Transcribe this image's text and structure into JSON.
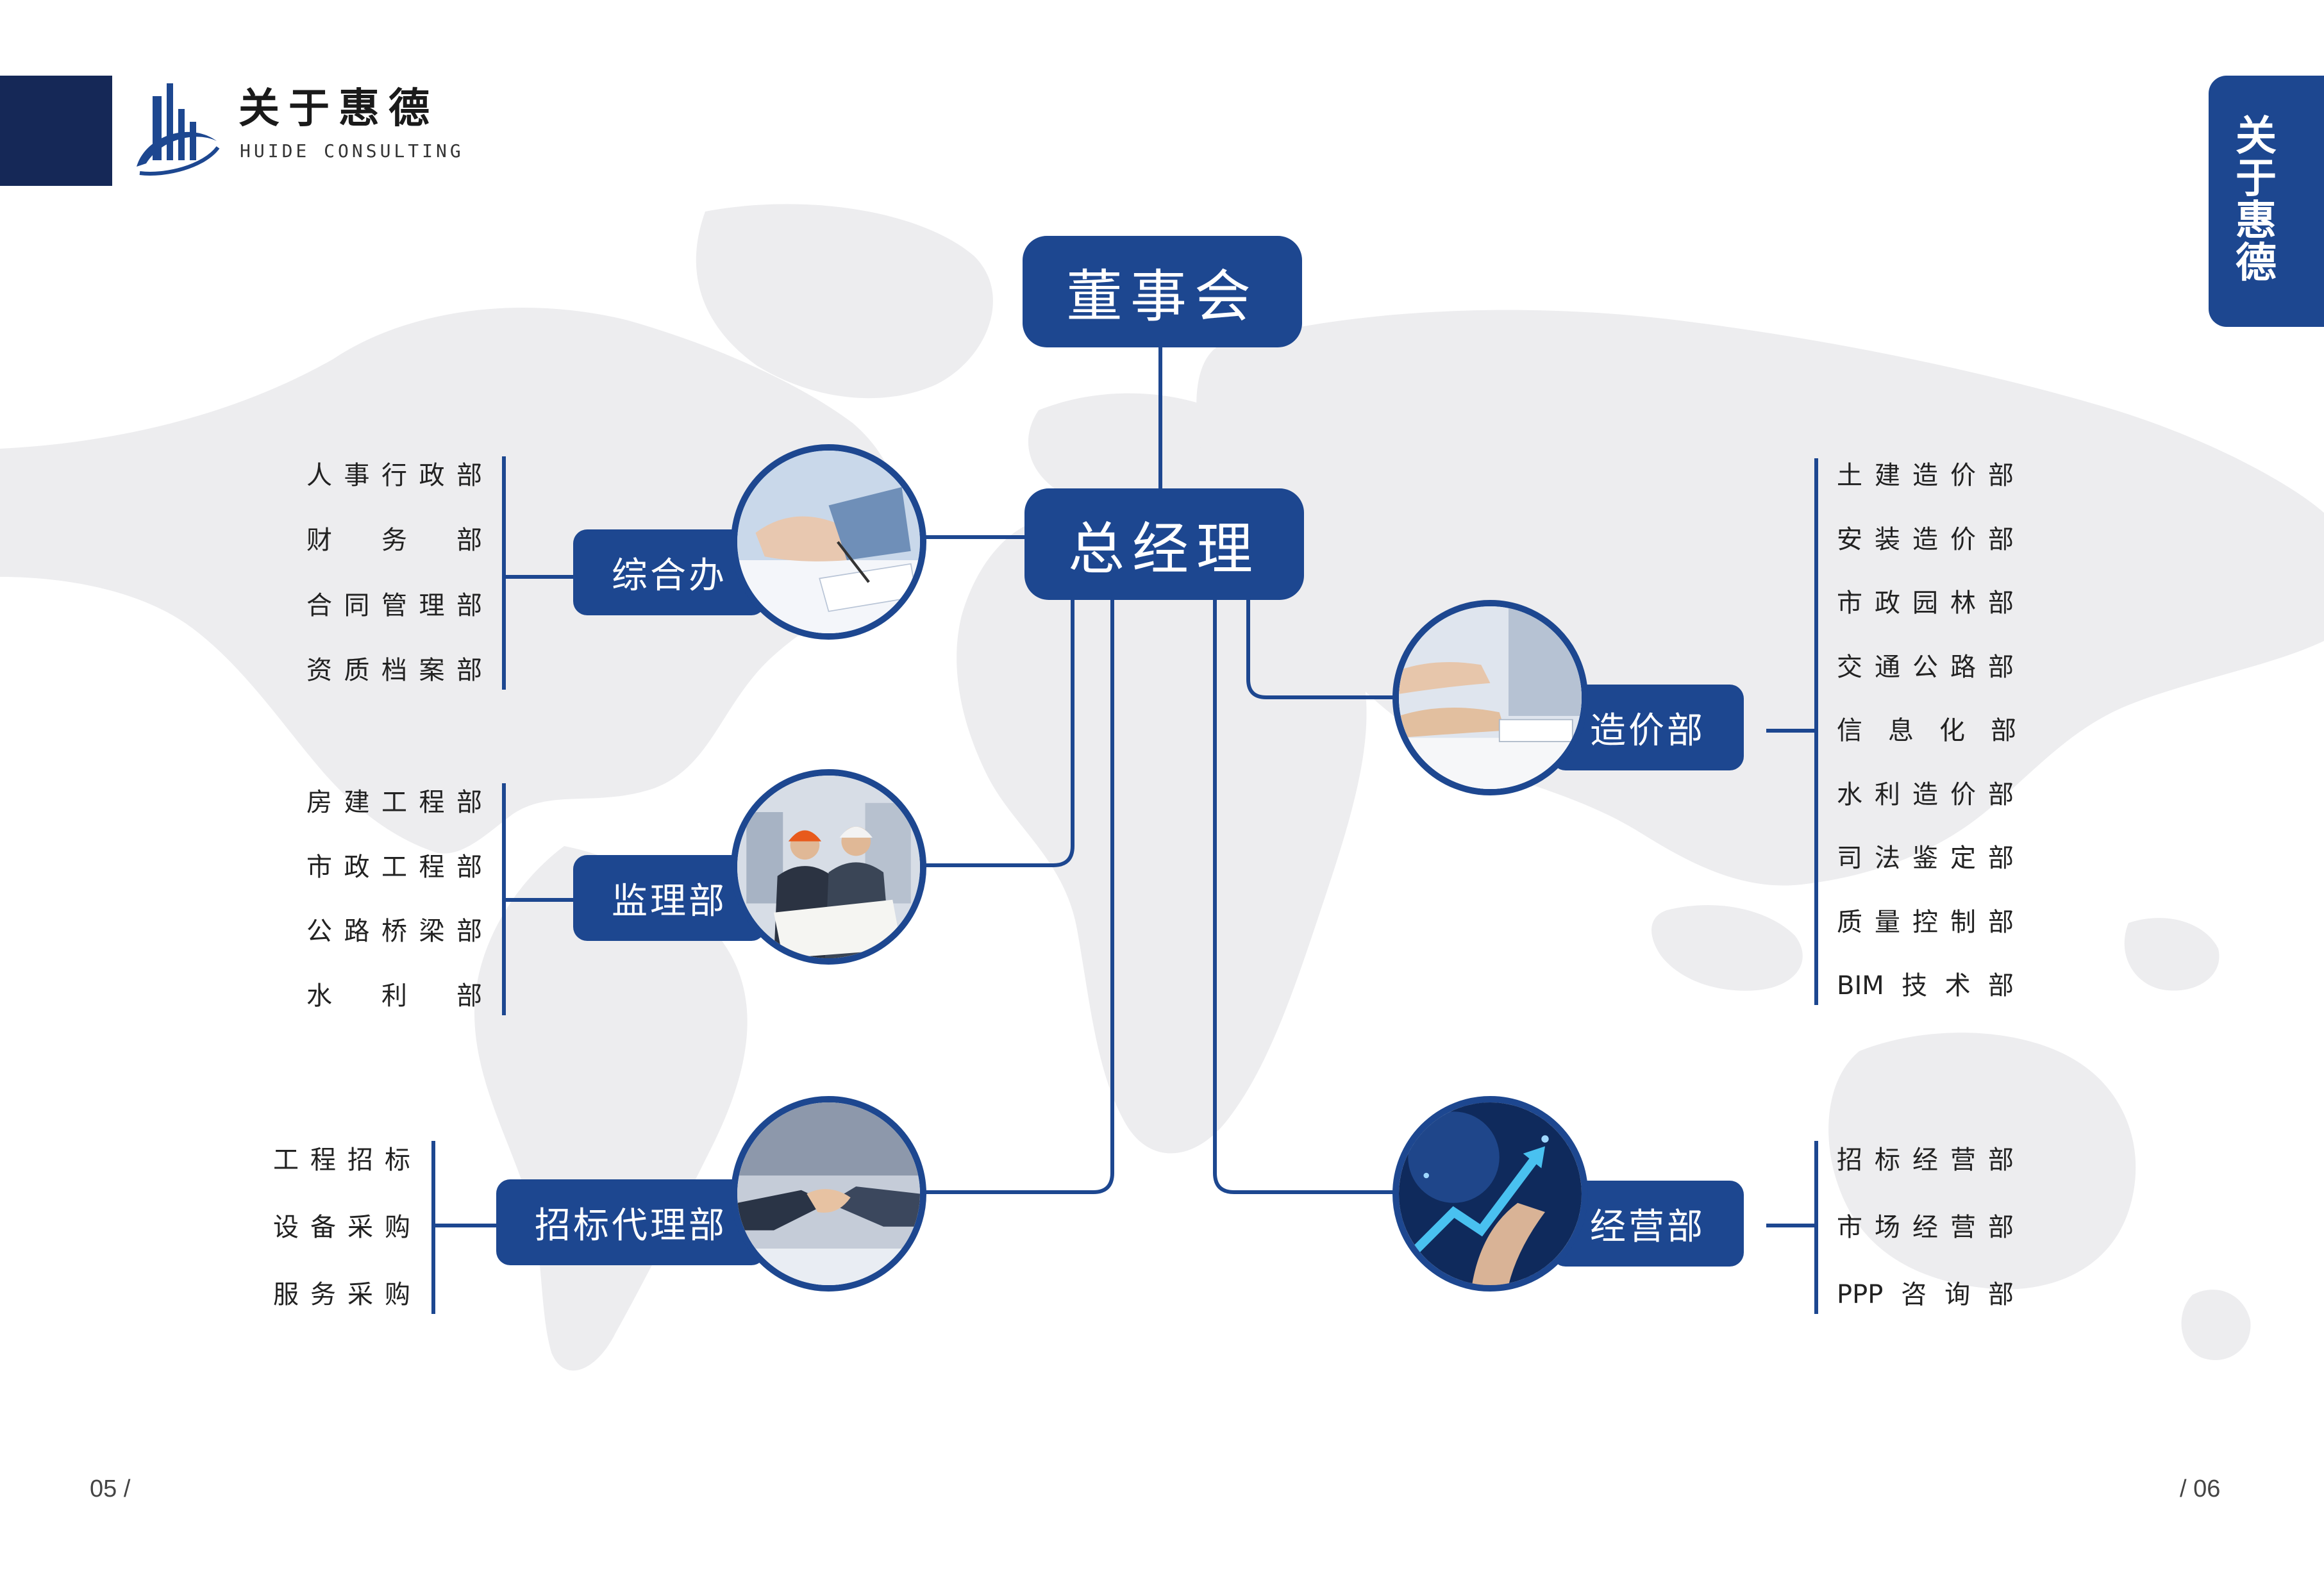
{
  "brand": {
    "title": "关于惠德",
    "subtitle": "HUIDE CONSULTING"
  },
  "side_tab": {
    "label": "关于惠德"
  },
  "org": {
    "board": "董事会",
    "gm": "总经理",
    "departments": [
      {
        "label": "综合办",
        "items": [
          "人事行政部",
          "财　务　部",
          "合同管理部",
          "资质档案部"
        ]
      },
      {
        "label": "监理部",
        "items": [
          "房建工程部",
          "市政工程部",
          "公路桥梁部",
          "水　利　部"
        ]
      },
      {
        "label": "招标代理部",
        "items": [
          "工程招标",
          "设备采购",
          "服务采购"
        ]
      },
      {
        "label": "造价部",
        "items": [
          "土建造价部",
          "安装造价部",
          "市政园林部",
          "交通公路部",
          "信　息　化　部",
          "水利造价部",
          "司法鉴定部",
          "质量控制部",
          "BIM技术部"
        ]
      },
      {
        "label": "经营部",
        "items": [
          "招标经营部",
          "市场经营部",
          "PPP咨询部"
        ]
      }
    ]
  },
  "pages": {
    "left": "05 /",
    "right": "/ 06"
  },
  "colors": {
    "primary": "#1d4790",
    "dark": "#152857",
    "map": "#ececee"
  }
}
